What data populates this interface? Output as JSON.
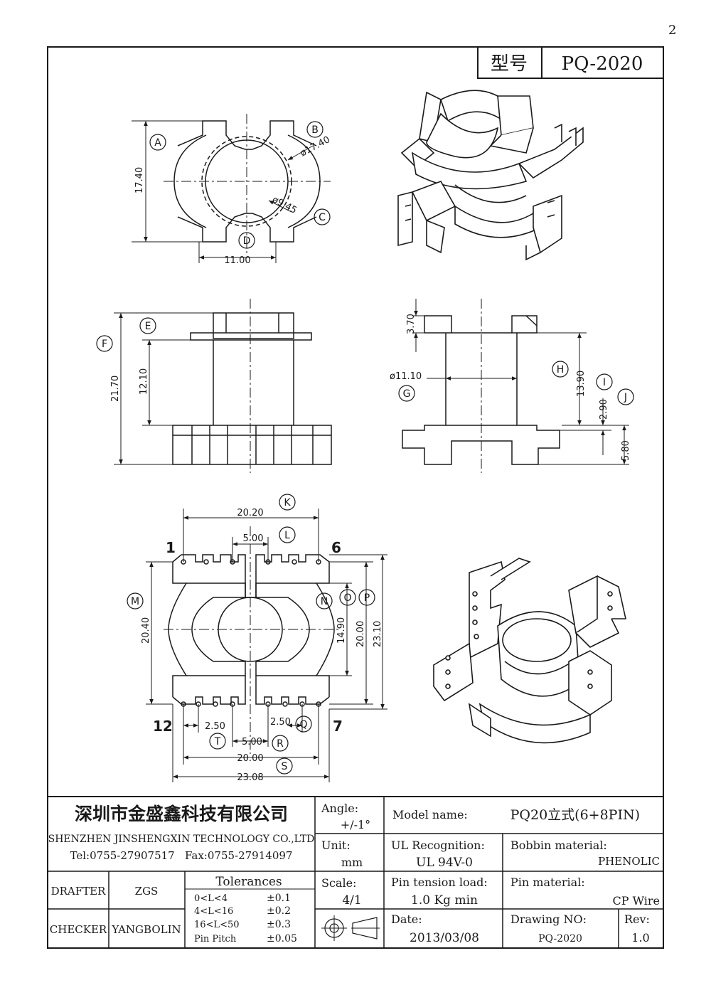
{
  "page_number": "2",
  "title_block": {
    "model_label": "型号",
    "model_value": "PQ-2020",
    "company_cn": "深圳市金盛鑫科技有限公司",
    "company_en": "SHENZHEN JINSHENGXIN TECHNOLOGY CO.,LTD",
    "contact": "Tel:0755-27907517   Fax:0755-27914097",
    "angle_label": "Angle:",
    "angle_value": "+/-1°",
    "unit_label": "Unit:",
    "unit_value": "mm",
    "scale_label": "Scale:",
    "scale_value": "4/1",
    "model_name_label": "Model name:",
    "model_name_value": "PQ20立式(6+8PIN)",
    "ul_label": "UL Recognition:",
    "ul_value": "UL 94V-0",
    "bobbin_label": "Bobbin material:",
    "bobbin_value": "PHENOLIC",
    "pin_tension_label": "Pin tension load:",
    "pin_tension_value": "1.0 Kg min",
    "pin_material_label": "Pin material:",
    "pin_material_value": "CP Wire",
    "date_label": "Date:",
    "date_value": "2013/03/08",
    "drawing_no_label": "Drawing NO:",
    "drawing_no_value": "PQ-2020",
    "rev_label": "Rev:",
    "rev_value": "1.0",
    "drafter_label": "DRAFTER",
    "drafter_value": "ZGS",
    "checker_label": "CHECKER",
    "checker_value": "YANGBOLIN",
    "tolerances_title": "Tolerances",
    "tolerances": [
      {
        "range": "0<L<4",
        "value": "±0.1"
      },
      {
        "range": "4<L<16",
        "value": "±0.2"
      },
      {
        "range": "16<L<50",
        "value": "±0.3"
      },
      {
        "range": "Pin Pitch",
        "value": "±0.05"
      }
    ]
  },
  "top_view": {
    "labels": {
      "a": "A",
      "b": "B",
      "c": "C",
      "d": "D"
    },
    "dims": {
      "height": "17.40",
      "outer_dia": "ø17.40",
      "inner_dia": "ø9.45",
      "width": "11.00"
    }
  },
  "front_view": {
    "labels": {
      "e": "E",
      "f": "F"
    },
    "dims": {
      "total": "21.70",
      "winding": "12.10"
    }
  },
  "side_view": {
    "labels": {
      "g": "G",
      "h": "H",
      "i": "I",
      "j": "J"
    },
    "dims": {
      "top": "3.70",
      "core_dia": "ø11.10",
      "h": "13.90",
      "i": "2.90",
      "j": "5.80"
    }
  },
  "bottom_view": {
    "labels": {
      "k": "K",
      "l": "L",
      "m": "M",
      "n": "N",
      "o": "O",
      "p": "P",
      "q": "Q",
      "r": "R",
      "s": "S",
      "t": "T"
    },
    "pins": {
      "p1": "1",
      "p6": "6",
      "p7": "7",
      "p12": "12"
    },
    "dims": {
      "k": "20.20",
      "l": "5.00",
      "m": "20.40",
      "o": "14.90",
      "p1": "20.00",
      "p2": "23.10",
      "t": "2.50",
      "q": "2.50",
      "r": "5.00",
      "s1": "20.00",
      "s2": "23.08"
    }
  }
}
